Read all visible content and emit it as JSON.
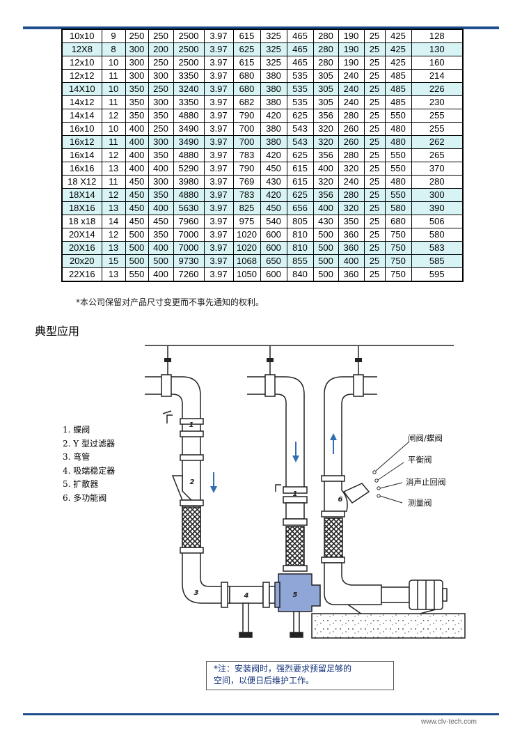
{
  "table": {
    "rows": [
      [
        "10x10",
        "9",
        "250",
        "250",
        "2500",
        "3.97",
        "615",
        "325",
        "465",
        "280",
        "190",
        "25",
        "425",
        "128"
      ],
      [
        "12X8",
        "8",
        "300",
        "200",
        "2500",
        "3.97",
        "625",
        "325",
        "465",
        "280",
        "190",
        "25",
        "425",
        "130"
      ],
      [
        "12x10",
        "10",
        "300",
        "250",
        "2500",
        "3.97",
        "615",
        "325",
        "465",
        "280",
        "190",
        "25",
        "425",
        "160"
      ],
      [
        "12x12",
        "11",
        "300",
        "300",
        "3350",
        "3.97",
        "680",
        "380",
        "535",
        "305",
        "240",
        "25",
        "485",
        "214"
      ],
      [
        "14X10",
        "10",
        "350",
        "250",
        "3240",
        "3.97",
        "680",
        "380",
        "535",
        "305",
        "240",
        "25",
        "485",
        "226"
      ],
      [
        "14x12",
        "11",
        "350",
        "300",
        "3350",
        "3.97",
        "682",
        "380",
        "535",
        "305",
        "240",
        "25",
        "485",
        "230"
      ],
      [
        "14x14",
        "12",
        "350",
        "350",
        "4880",
        "3.97",
        "790",
        "420",
        "625",
        "356",
        "280",
        "25",
        "550",
        "255"
      ],
      [
        "16x10",
        "10",
        "400",
        "250",
        "3490",
        "3.97",
        "700",
        "380",
        "543",
        "320",
        "260",
        "25",
        "480",
        "255"
      ],
      [
        "16x12",
        "11",
        "400",
        "300",
        "3490",
        "3.97",
        "700",
        "380",
        "543",
        "320",
        "260",
        "25",
        "480",
        "262"
      ],
      [
        "16x14",
        "12",
        "400",
        "350",
        "4880",
        "3.97",
        "783",
        "420",
        "625",
        "356",
        "280",
        "25",
        "550",
        "265"
      ],
      [
        "16x16",
        "13",
        "400",
        "400",
        "5290",
        "3.97",
        "790",
        "450",
        "615",
        "400",
        "320",
        "25",
        "550",
        "370"
      ],
      [
        "18 X12",
        "11",
        "450",
        "300",
        "3980",
        "3.97",
        "769",
        "430",
        "615",
        "320",
        "240",
        "25",
        "480",
        "280"
      ],
      [
        "18X14",
        "12",
        "450",
        "350",
        "4880",
        "3.97",
        "783",
        "420",
        "625",
        "356",
        "280",
        "25",
        "550",
        "300"
      ],
      [
        "18X16",
        "13",
        "450",
        "400",
        "5630",
        "3.97",
        "825",
        "450",
        "656",
        "400",
        "320",
        "25",
        "580",
        "390"
      ],
      [
        "18 x18",
        "14",
        "450",
        "450",
        "7960",
        "3.97",
        "975",
        "540",
        "805",
        "430",
        "350",
        "25",
        "680",
        "506"
      ],
      [
        "20X14",
        "12",
        "500",
        "350",
        "7000",
        "3.97",
        "1020",
        "600",
        "810",
        "500",
        "360",
        "25",
        "750",
        "580"
      ],
      [
        "20X16",
        "13",
        "500",
        "400",
        "7000",
        "3.97",
        "1020",
        "600",
        "810",
        "500",
        "360",
        "25",
        "750",
        "583"
      ],
      [
        "20x20",
        "15",
        "500",
        "500",
        "9730",
        "3.97",
        "1068",
        "650",
        "855",
        "500",
        "400",
        "25",
        "750",
        "585"
      ],
      [
        "22X16",
        "13",
        "550",
        "400",
        "7260",
        "3.97",
        "1050",
        "600",
        "840",
        "500",
        "360",
        "25",
        "750",
        "595"
      ]
    ],
    "alt_rows": [
      1,
      4,
      8,
      12,
      13,
      16,
      17
    ]
  },
  "table_note": "*本公司保留对产品尺寸变更而不事先通知的权利。",
  "section_title": "典型应用",
  "legend": [
    "1.  蝶阀",
    "2.  Y 型过滤器",
    "3.  弯管",
    "4.  吸端稳定器",
    "5.  扩散器",
    "6.  多功能阀"
  ],
  "diagram": {
    "markers": [
      "1",
      "2",
      "3",
      "4",
      "5",
      "1",
      "6"
    ],
    "callouts": [
      "闸阀/蝶阀",
      "平衡阀",
      "消声止回阀",
      "测量阀"
    ],
    "colors": {
      "arrow": "#2f6fb0",
      "diffuser": "#8fa6d6",
      "line": "#222222"
    }
  },
  "install_note": {
    "line1": "*注：安装阀时，强烈要求预留足够的",
    "line2": "空间，以便日后维护工作。"
  },
  "footer_url": "www.clv-tech.com",
  "colors": {
    "rule": "#1e4f8c",
    "alt_row": "#d7f3f3"
  }
}
